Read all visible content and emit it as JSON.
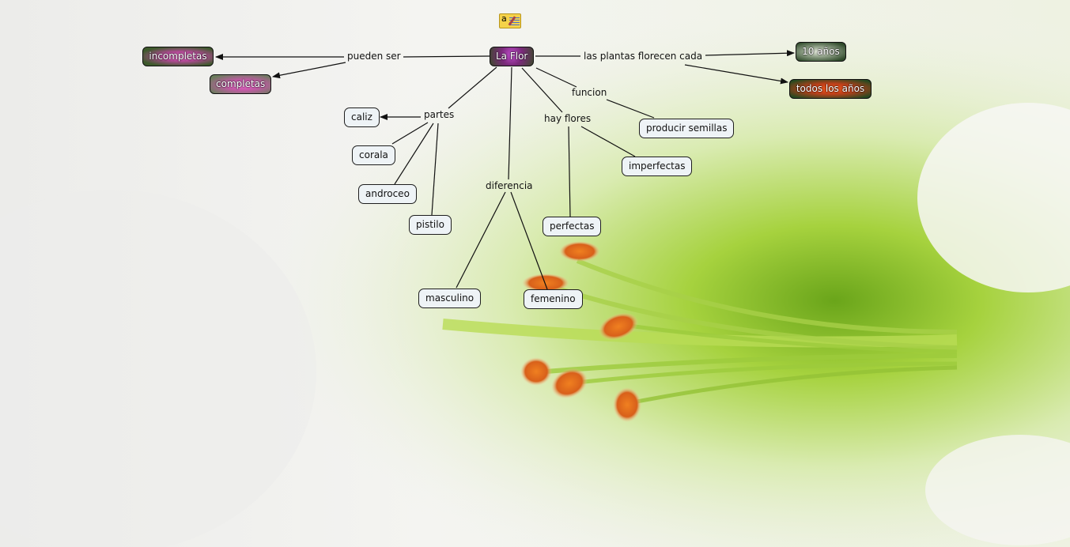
{
  "map": {
    "root": {
      "label": "La Flor",
      "style": "image"
    },
    "note_icon": "note-annotation-icon",
    "concepts": {
      "incompletas": "incompletas",
      "completas": "completas",
      "diez_anos": "10 años",
      "todos_los_anos": "todos los años",
      "caliz": "caliz",
      "corala": "corala",
      "androceo": "androceo",
      "pistilo": "pistilo",
      "producir_semillas": "producir semillas",
      "imperfectas": "imperfectas",
      "perfectas": "perfectas",
      "masculino": "masculino",
      "femenino": "femenino"
    },
    "linking_phrases": {
      "pueden_ser": "pueden ser",
      "florecen": "las plantas florecen cada",
      "funcion": "funcion",
      "partes": "partes",
      "hay_flores": "hay flores",
      "diferencia": "diferencia"
    },
    "colors": {
      "node_fill": "#eef3f6",
      "node_border": "#1e1e1e",
      "line": "#111111",
      "background_green": "#9fcf3a",
      "stamen_orange": "#e8701a"
    }
  }
}
